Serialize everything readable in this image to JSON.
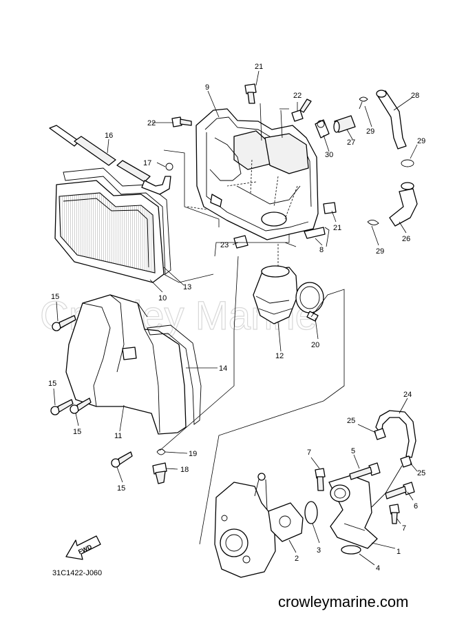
{
  "diagram": {
    "watermark": "Crowley Marine",
    "code": "31C1422-J060",
    "site": "crowleymarine.com",
    "direction_label": "FWD",
    "callouts": [
      {
        "id": "c1",
        "label": "1"
      },
      {
        "id": "c2",
        "label": "2"
      },
      {
        "id": "c3",
        "label": "3"
      },
      {
        "id": "c4",
        "label": "4"
      },
      {
        "id": "c5",
        "label": "5"
      },
      {
        "id": "c6",
        "label": "6"
      },
      {
        "id": "c7a",
        "label": "7"
      },
      {
        "id": "c7b",
        "label": "7"
      },
      {
        "id": "c8",
        "label": "8"
      },
      {
        "id": "c9",
        "label": "9"
      },
      {
        "id": "c10",
        "label": "10"
      },
      {
        "id": "c11",
        "label": "11"
      },
      {
        "id": "c12",
        "label": "12"
      },
      {
        "id": "c13",
        "label": "13"
      },
      {
        "id": "c14",
        "label": "14"
      },
      {
        "id": "c15a",
        "label": "15"
      },
      {
        "id": "c15b",
        "label": "15"
      },
      {
        "id": "c15c",
        "label": "15"
      },
      {
        "id": "c15d",
        "label": "15"
      },
      {
        "id": "c16",
        "label": "16"
      },
      {
        "id": "c17",
        "label": "17"
      },
      {
        "id": "c18",
        "label": "18"
      },
      {
        "id": "c19",
        "label": "19"
      },
      {
        "id": "c20",
        "label": "20"
      },
      {
        "id": "c21a",
        "label": "21"
      },
      {
        "id": "c21b",
        "label": "21"
      },
      {
        "id": "c22a",
        "label": "22"
      },
      {
        "id": "c22b",
        "label": "22"
      },
      {
        "id": "c23",
        "label": "23"
      },
      {
        "id": "c24",
        "label": "24"
      },
      {
        "id": "c25a",
        "label": "25"
      },
      {
        "id": "c25b",
        "label": "25"
      },
      {
        "id": "c26",
        "label": "26"
      },
      {
        "id": "c27",
        "label": "27"
      },
      {
        "id": "c28",
        "label": "28"
      },
      {
        "id": "c29a",
        "label": "29"
      },
      {
        "id": "c29b",
        "label": "29"
      },
      {
        "id": "c29c",
        "label": "29"
      },
      {
        "id": "c30",
        "label": "30"
      }
    ]
  }
}
